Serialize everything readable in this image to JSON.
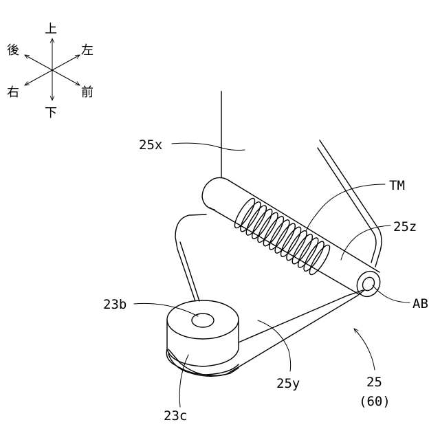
{
  "compass": {
    "up": "上",
    "down": "下",
    "left": "左",
    "right": "右",
    "front": "前",
    "rear": "後"
  },
  "labels": {
    "plate_vertical": "25x",
    "torsion_member": "TM",
    "shaft_end": "25z",
    "axis": "AB",
    "boss_hole": "23b",
    "boss": "23c",
    "plate_bottom": "25y",
    "part_number": "25",
    "part_number_alt": "(60)"
  }
}
